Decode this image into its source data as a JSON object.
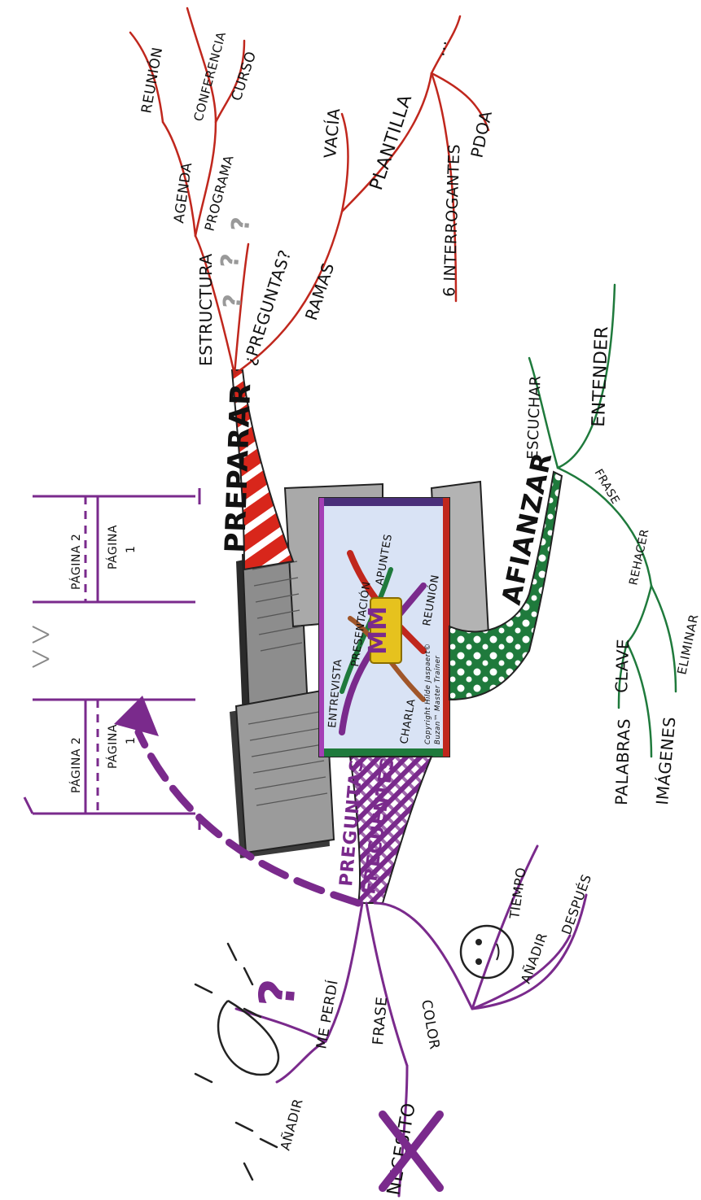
{
  "center": {
    "items": [
      "ENTREVISTA",
      "PRESENTACIÓN",
      "APUNTES",
      "CHARLA",
      "REUNIÓN"
    ],
    "logo": "MM",
    "copyright_1": "Copyright Hilde Jaspaert©",
    "copyright_2": "Buzan™ Master Trainer"
  },
  "preparar": {
    "title": "PREPARAR",
    "estructura": "ESTRUCTURA",
    "agenda": "AGENDA",
    "reunion": "REUNIÓN",
    "programa": "PROGRAMA",
    "conferencia": "CONFERENCIA",
    "curso": "CURSO",
    "preguntas": "¿PREGUNTAS?",
    "ramas": "RAMAS",
    "vacia": "VACÍA",
    "plantilla": "PLANTILLA",
    "interrogantes": "6 INTERROGANTES",
    "pdoa": "PDOA",
    "dots": "..."
  },
  "afianzar": {
    "title": "AFIANZAR",
    "escuchar": "ESCUCHAR",
    "entender": "ENTENDER",
    "rehacer": "REHACER",
    "frase": "FRASE",
    "clave": "CLAVE",
    "eliminar": "ELIMINAR",
    "palabras": "PALABRAS",
    "imagenes": "IMÁGENES"
  },
  "faq": {
    "title_1": "PREGUNTAS",
    "title_2": "FRECUENTES",
    "pagina2_left": "PÁGINA 2",
    "pagina1_left": "PÁGINA",
    "num1_left": "1",
    "pagina2_right": "PÁGINA 2",
    "pagina1_right": "PÁGINA",
    "num1_right": "1",
    "tiempo": "TIEMPO",
    "color": "COLOR",
    "anadir": "AÑADIR",
    "despues": "DESPUÉS",
    "frase": "FRASE",
    "me_perdi": "ME PERDÍ",
    "anadir2": "AÑADIR",
    "necesito": "NECESITO"
  },
  "colors": {
    "preparar": "#c0271d",
    "afianzar": "#1f7a3c",
    "faq": "#7a2a8c",
    "center_bg": "#d9e3f5",
    "logo": "#e6c21e"
  }
}
